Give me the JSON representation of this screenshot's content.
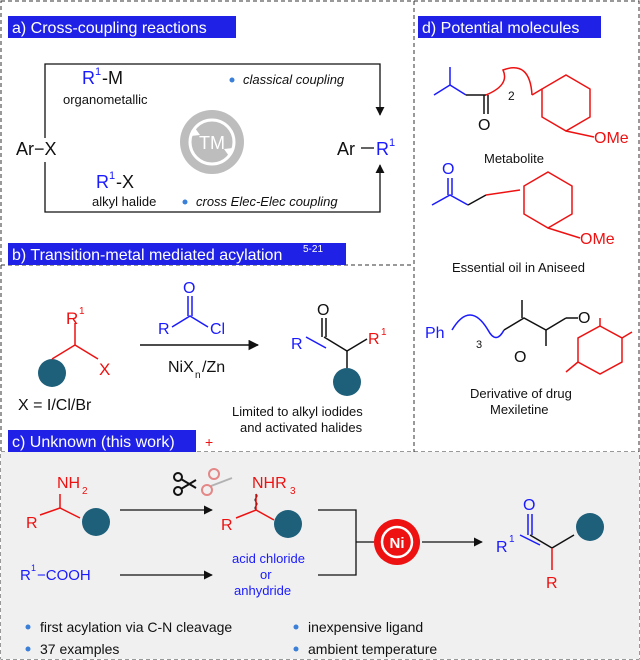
{
  "colors": {
    "header_bg": "#1f22e6",
    "blue": "#1a1aff",
    "red": "#ee1111",
    "teal": "#1e5f7a",
    "panel_c_bg": "#f0f0f0",
    "bullet": "#3a7fd8"
  },
  "panel_a": {
    "header": "a) Cross-coupling reactions",
    "ar_x": "Ar−X",
    "ar_r1_ar": "Ar",
    "ar_r1_r": "R",
    "sup_1": "1",
    "r1m_r": "R",
    "r1m_m": "-M",
    "organometallic": "organometallic",
    "r1x_r": "R",
    "r1x_x": "-X",
    "alkyl_halide": "alkyl halide",
    "tm_label": "TM",
    "classical": "classical coupling",
    "cross_elec": "cross Elec-Elec coupling"
  },
  "panel_b": {
    "header_main": "b) Transition-metal mediated acylation",
    "header_sup": "5-21",
    "r1": "R",
    "sup_1": "1",
    "x": "X",
    "x_eq": "X = I/Cl/Br",
    "acyl_o": "O",
    "acyl_r": "R",
    "acyl_cl": "Cl",
    "reagent": "NiX",
    "reagent_sub": "n",
    "reagent_end": "/Zn",
    "prod_o": "O",
    "prod_r": "R",
    "prod_r1": "R",
    "limited_1": "Limited to alkyl iodides",
    "limited_2": "and activated halides"
  },
  "panel_c": {
    "header": "c) Unknown (this work)",
    "nh2": "NH",
    "nh2_sub": "2",
    "r": "R",
    "r1cooh_r": "R",
    "r1cooh_rest": "−COOH",
    "nhr3": "NHR",
    "nhr3_sub": "3",
    "r_mid": "R",
    "acid_1": "acid chloride",
    "acid_2": "or",
    "acid_3": "anhydride",
    "ni": "Ni",
    "prod_o": "O",
    "prod_r1": "R",
    "prod_r": "R",
    "bullets": [
      "first acylation via C-N cleavage",
      "inexpensive ligand",
      "37 examples",
      "ambient temperature"
    ]
  },
  "panel_d": {
    "header": "d) Potential molecules",
    "sub2": "2",
    "o1": "O",
    "ome1": "OMe",
    "metabolite": "Metabolite",
    "o2": "O",
    "ome2": "OMe",
    "essential": "Essential oil in Aniseed",
    "ph": "Ph",
    "sub3": "3",
    "o3": "O",
    "o4": "O",
    "deriv_1": "Derivative of drug",
    "deriv_2": "Mexiletine"
  }
}
